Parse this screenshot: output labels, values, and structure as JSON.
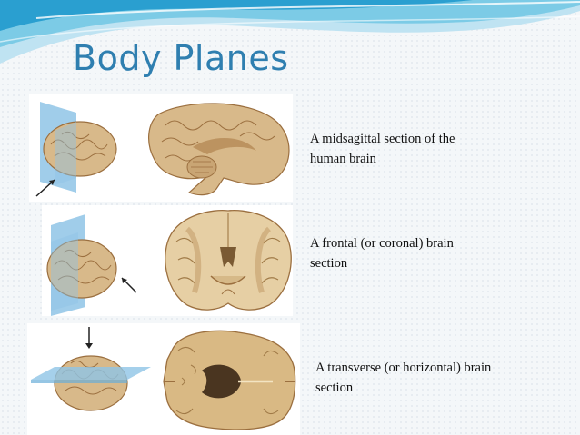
{
  "slide": {
    "title": "Body Planes",
    "sections": [
      {
        "caption_line1": "A midsagittal section of the",
        "caption_line2": "human brain"
      },
      {
        "caption_line1": "A frontal (or coronal) brain",
        "caption_line2": "section"
      },
      {
        "caption_line1": "A transverse (or horizontal) brain",
        "caption_line2": "section"
      }
    ],
    "colors": {
      "title": "#2f7fb0",
      "wave_light": "#bfe3f2",
      "wave_mid": "#6fc3e2",
      "wave_dark": "#2a9fd0",
      "plane": "#8fc4e6",
      "brain_tissue": "#d8b98a",
      "brain_fold": "#9b6f3f"
    },
    "icons": [
      "arrow-icon"
    ]
  }
}
